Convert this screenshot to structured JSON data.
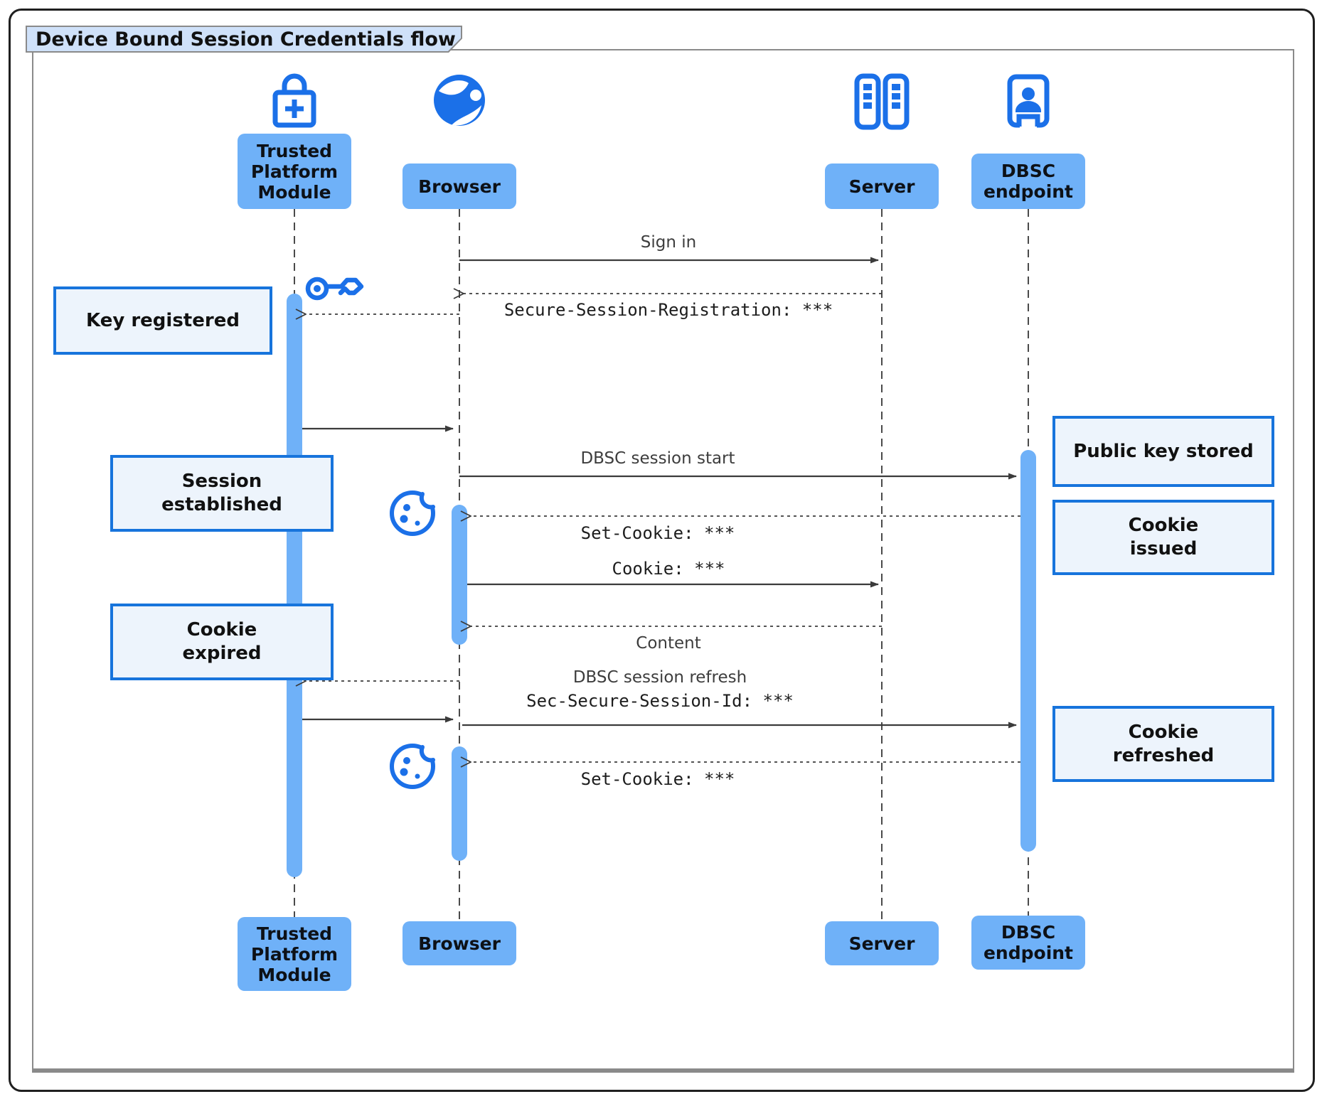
{
  "title": "Device Bound Session Credentials flow",
  "actors": {
    "tpm": {
      "label": "Trusted\nPlatform\nModule",
      "icon": "lock-plus-icon"
    },
    "browser": {
      "label": "Browser",
      "icon": "globe-icon"
    },
    "server": {
      "label": "Server",
      "icon": "server-rack-icon"
    },
    "dbsc": {
      "label": "DBSC\nendpoint",
      "icon": "person-door-icon"
    }
  },
  "messages": {
    "sign_in": "Sign in",
    "secure_session_registration": "Secure-Session-Registration: ***",
    "dbsc_session_start": "DBSC session start",
    "set_cookie_1": "Set-Cookie: ***",
    "cookie": "Cookie: ***",
    "content": "Content",
    "dbsc_session_refresh": "DBSC session refresh",
    "sec_secure_session_id": "Sec-Secure-Session-Id: ***",
    "set_cookie_2": "Set-Cookie: ***"
  },
  "notes": {
    "key_registered": "Key registered",
    "session_established": "Session\nestablished",
    "cookie_expired": "Cookie\nexpired",
    "public_key_stored": "Public key stored",
    "cookie_issued": "Cookie\nissued",
    "cookie_refreshed": "Cookie\nrefreshed"
  },
  "icons": [
    "lock-plus-icon",
    "globe-icon",
    "server-rack-icon",
    "person-door-icon",
    "key-icon",
    "cookie-icon"
  ],
  "colors": {
    "icon_blue": "#1b70e8",
    "actor_fill": "#6fb1f8",
    "note_fill": "#edf4fc",
    "note_border": "#1774dc",
    "title_fill": "#cfe1f9",
    "frame_gray": "#8a8a8a",
    "arrow_dark": "#3b3b3b"
  }
}
